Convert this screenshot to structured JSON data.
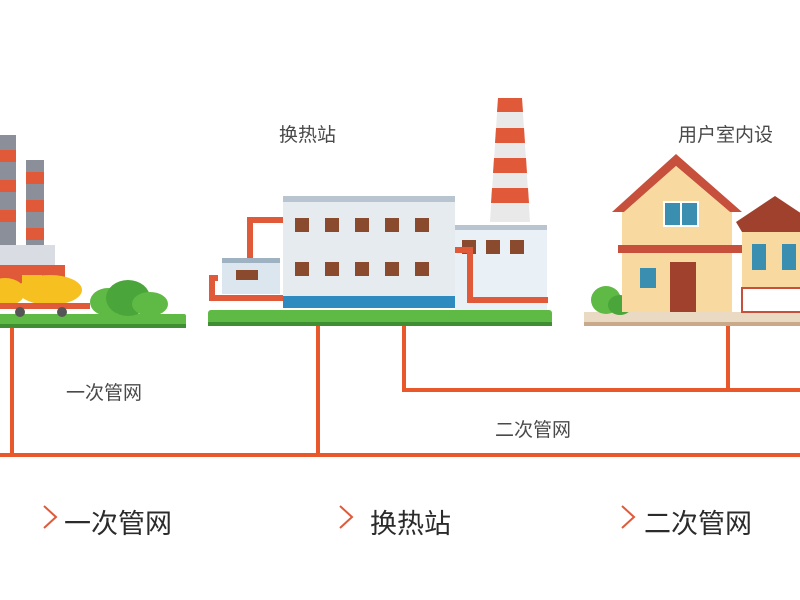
{
  "labels": {
    "station": "换热站",
    "user_equipment": "用户室内设",
    "primary_network": "一次管网",
    "secondary_network": "二次管网"
  },
  "flow": {
    "step1": "一次管网",
    "step2": "换热站",
    "step3": "二次管网"
  },
  "colors": {
    "pipe": "#e8582b",
    "grass": "#5fb945",
    "ground": "#ead9c3",
    "arrow": "#e05a3a"
  }
}
